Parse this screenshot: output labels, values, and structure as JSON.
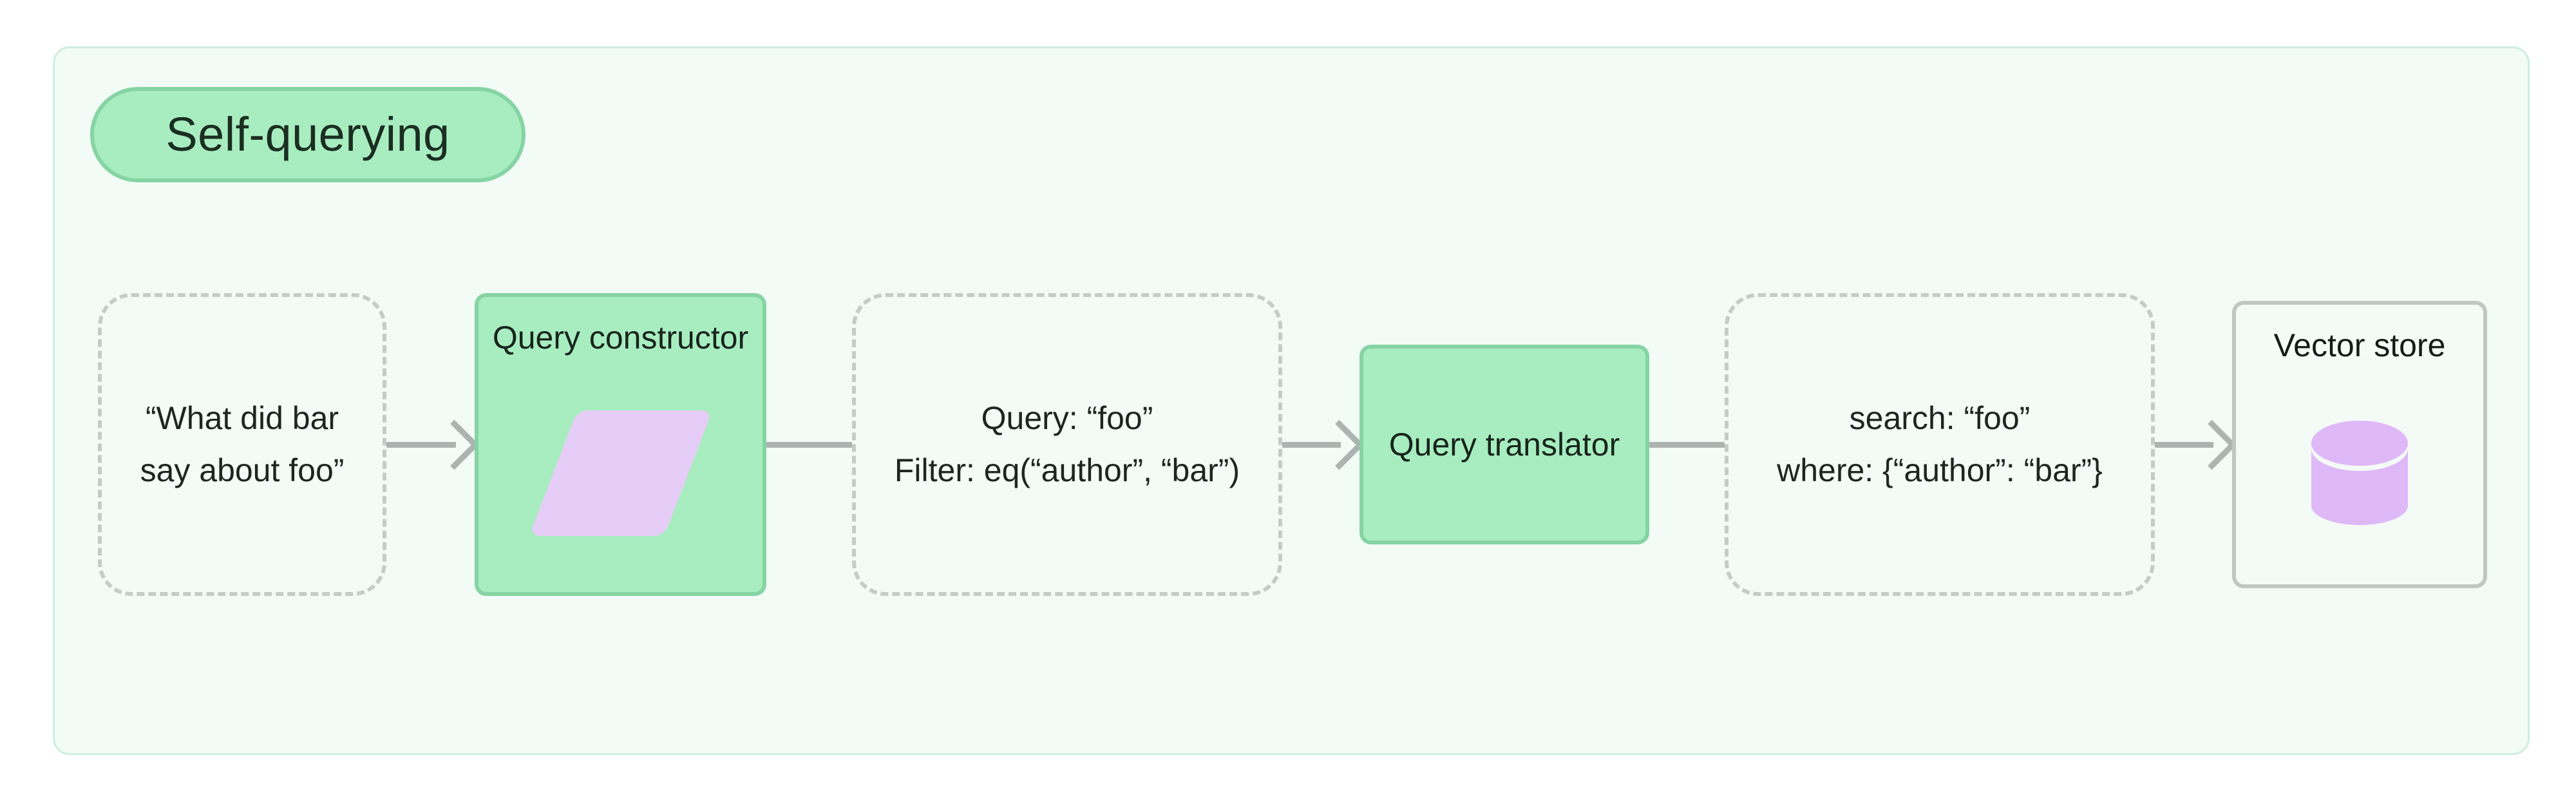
{
  "diagram": {
    "group": {
      "title": "Self-querying",
      "background_color": "#f2fbf5",
      "border_color": "#cdeede",
      "title_pill_color": "#a8edc0",
      "title_pill_border": "#86d3a3"
    },
    "nodes": [
      {
        "id": "user-query",
        "kind": "dashed-data",
        "lines": [
          "“What did bar",
          "say about foo”"
        ]
      },
      {
        "id": "query-constructor",
        "kind": "green-process",
        "title": "Query constructor",
        "glyph": "parallelogram-icon",
        "glyph_color": "#e6cdf7"
      },
      {
        "id": "structured-query",
        "kind": "dashed-data",
        "lines": [
          "Query: “foo”",
          "Filter: eq(“author”, “bar”)"
        ]
      },
      {
        "id": "query-translator",
        "kind": "green-process",
        "title": "Query translator"
      },
      {
        "id": "native-query",
        "kind": "dashed-data",
        "lines": [
          "search: “foo”",
          "where: {“author”: “bar”}"
        ]
      },
      {
        "id": "vector-store",
        "kind": "store",
        "title": "Vector store",
        "glyph": "database-cylinder-icon",
        "glyph_color": "#dfb8f7"
      }
    ],
    "connectors": [
      {
        "id": "edge-1",
        "from": "user-query",
        "to": "query-constructor",
        "arrowhead": true
      },
      {
        "id": "edge-2",
        "from": "query-constructor",
        "to": "structured-query",
        "arrowhead": false
      },
      {
        "id": "edge-3",
        "from": "structured-query",
        "to": "query-translator",
        "arrowhead": true
      },
      {
        "id": "edge-4",
        "from": "query-translator",
        "to": "native-query",
        "arrowhead": false
      },
      {
        "id": "edge-5",
        "from": "native-query",
        "to": "vector-store",
        "arrowhead": true
      }
    ],
    "colors": {
      "connector": "#adb3b1",
      "dashed_border": "#c3cdc8",
      "text": "#1b2621"
    }
  }
}
